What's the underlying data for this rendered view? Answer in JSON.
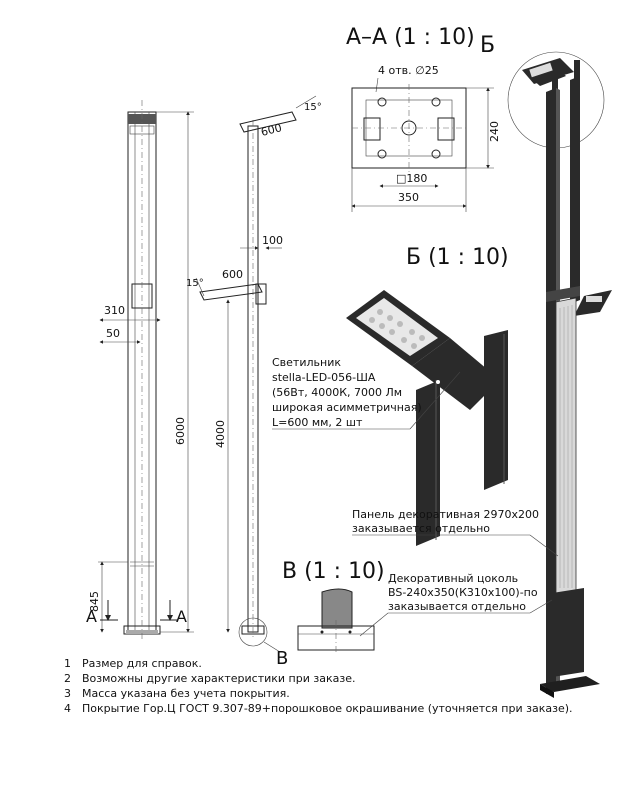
{
  "titles": {
    "section_aa": "А–А (1 : 10)",
    "label_b": "Б",
    "detail_b": "Б (1 : 10)",
    "detail_v": "В (1 : 10)",
    "label_v": "В",
    "section_mark": "А"
  },
  "dimensions": {
    "holes": "4 отв. ∅25",
    "plate_h": "240",
    "plate_w": "350",
    "square": "□180",
    "arm_top": "600",
    "angle_top": "15°",
    "angle_mid": "15°",
    "arm_mid": "600",
    "offset": "100",
    "d310": "310",
    "d50": "50",
    "height_total": "6000",
    "height_arm": "4000",
    "base_h": "845"
  },
  "callouts": {
    "luminaire": [
      "Светильник",
      "stella-LED-056-ША",
      "(56Вт, 4000К, 7000 Лм",
      "широкая асимметричная)",
      "L=600 мм, 2 шт"
    ],
    "panel": [
      "Панель декоративная 2970х200",
      "заказывается отдельно"
    ],
    "plinth": [
      "Декоративный цоколь",
      "BS-240х350(К310х100)-по",
      "заказывается отдельно"
    ]
  },
  "notes": [
    {
      "num": "1",
      "text": "Размер для справок."
    },
    {
      "num": "2",
      "text": "Возможны другие характеристики при заказе."
    },
    {
      "num": "3",
      "text": "Масса указана без учета покрытия."
    },
    {
      "num": "4",
      "text": "Покрытие Гор.Ц ГОСТ 9.307-89+порошковое окрашивание (уточняется при заказе)."
    }
  ],
  "colors": {
    "line": "#222222",
    "pole": "#2a2a2a",
    "panel": "#d9d9d9"
  }
}
